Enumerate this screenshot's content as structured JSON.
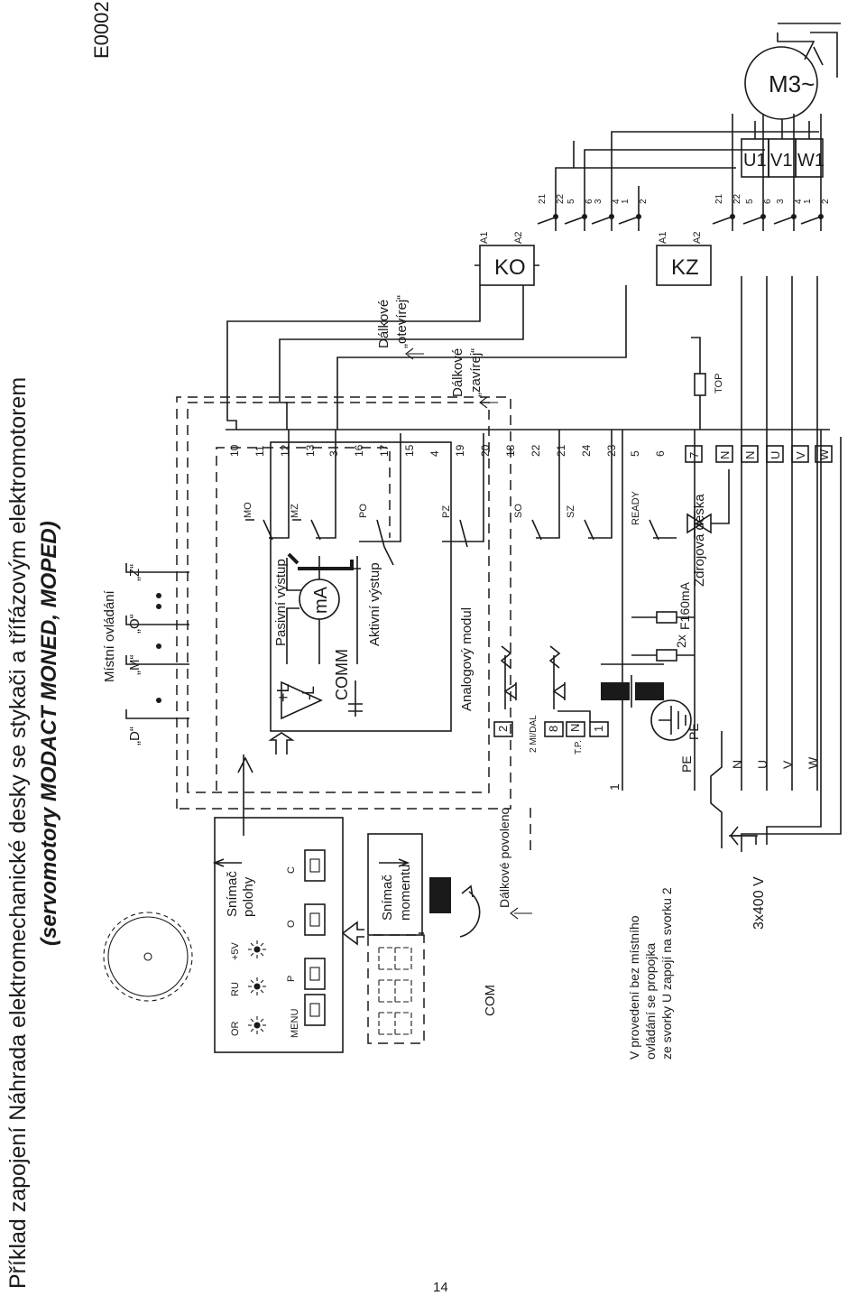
{
  "header": {
    "title": "Příklad zapojení Náhrada elektromechanické desky se stykači a třífázovým elektromotorem",
    "subtitle": "(servomotory MODACT MONED, MOPED)",
    "code": "E0002",
    "page_number": "14"
  },
  "local_control": {
    "label": "Místní ovládání",
    "switches": [
      "„D“",
      "„M“",
      "„O“",
      "„Z“"
    ]
  },
  "position_sensor": {
    "label_line1": "Snímač",
    "label_line2": "polohy",
    "led_labels": [
      "OR",
      "RU",
      "+5V"
    ],
    "button_labels": [
      "MENU",
      "P",
      "O",
      "C"
    ]
  },
  "torque_sensor": {
    "label_line1": "Snímač",
    "label_line2": "momentu"
  },
  "com_label": "COM",
  "remote_enabled": "Dálkové povoleno",
  "note": {
    "line1": "V provedení bez místního",
    "line2": "ovládání se propojka",
    "line3": "ze svorky U zapojí na svorku 2"
  },
  "supply": "3x400 V",
  "analog_module": {
    "label": "Analogový modul",
    "plus_l": "+L",
    "minus_l": "-L",
    "comm": "COMM",
    "ma": "mA",
    "passive": "Pasivní výstup",
    "active": "Aktivní výstup"
  },
  "relays": [
    {
      "name": "MO",
      "terminals": [
        "10",
        "11"
      ]
    },
    {
      "name": "MZ",
      "terminals": [
        "12",
        "13"
      ]
    },
    {
      "name": "",
      "terminals": [
        "3"
      ]
    },
    {
      "name": "PO",
      "terminals": [
        "16",
        "17",
        "15"
      ]
    },
    {
      "name": "",
      "terminals": [
        "4"
      ]
    },
    {
      "name": "PZ",
      "terminals": [
        "19",
        "20",
        "18"
      ]
    },
    {
      "name": "SO",
      "terminals": [
        "22"
      ]
    },
    {
      "name": "SZ",
      "terminals": [
        "21",
        "24",
        "23"
      ]
    },
    {
      "name": "READY",
      "terminals": [
        "5",
        "6"
      ]
    }
  ],
  "remote_open": {
    "line1": "Dálkové",
    "line2": "„otevírej“"
  },
  "remote_close": {
    "line1": "Dálkové",
    "line2": "„zavírej“"
  },
  "power_board": {
    "label": "Zdrojová deska",
    "fuse_line1": "2x",
    "fuse_line2": "F160mA",
    "top": "TOP",
    "terminals_right": [
      "7",
      "N",
      "N",
      "U",
      "V",
      "W"
    ],
    "terminals_left": [
      "2",
      "8",
      "N",
      "1"
    ],
    "mid_dal": "2 MI/DAL",
    "tp": "T.P.",
    "pe_box": "PE",
    "bus_labels": [
      "1",
      "PE",
      "N",
      "U",
      "V",
      "W"
    ]
  },
  "contactors": [
    {
      "name": "KO",
      "coil": [
        "A2",
        "A1"
      ],
      "contacts": [
        "22",
        "21",
        "6",
        "5",
        "4",
        "3",
        "2",
        "1"
      ]
    },
    {
      "name": "KZ",
      "coil": [
        "A2",
        "A1"
      ],
      "contacts": [
        "22",
        "21",
        "6",
        "5",
        "4",
        "3",
        "2",
        "1"
      ]
    }
  ],
  "motor": {
    "label": "M3~",
    "phases": [
      "U1",
      "V1",
      "W1"
    ]
  }
}
